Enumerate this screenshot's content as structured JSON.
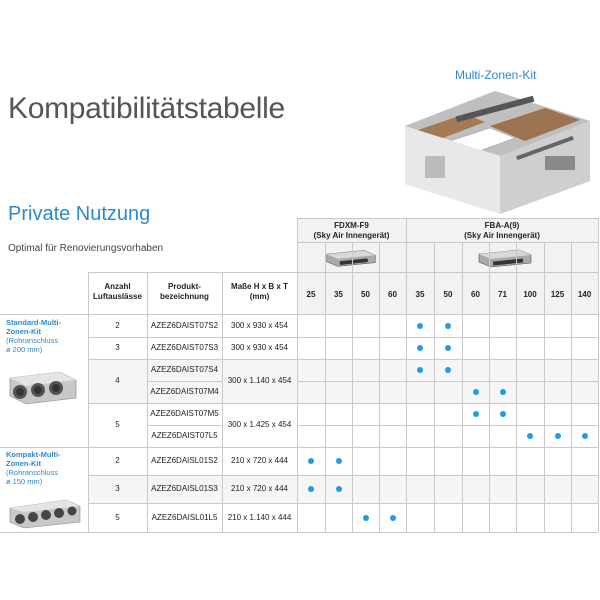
{
  "title": "Kompatibilitätstabelle",
  "kit_caption": "Multi-Zonen-Kit",
  "section": {
    "title": "Private Nutzung",
    "subtitle": "Optimal für Renovierungsvorhaben"
  },
  "header": {
    "anzahl": [
      "Anzahl",
      "Luftauslässe"
    ],
    "produkt": [
      "Produkt-",
      "bezeichnung"
    ],
    "masse": [
      "Maße H x B x T",
      "(mm)"
    ],
    "unit_a": [
      "FDXM-F9",
      "(Sky Air Innengerät)"
    ],
    "unit_b": [
      "FBA-A(9)",
      "(Sky Air Innengerät)"
    ],
    "sizes": [
      "25",
      "35",
      "50",
      "60",
      "35",
      "50",
      "60",
      "71",
      "100",
      "125",
      "140"
    ]
  },
  "kits": [
    {
      "lines": [
        "Standard-Multi-",
        "Zonen-Kit",
        "(Rohranschluss",
        "ø 200 mm)"
      ]
    },
    {
      "lines": [
        "Kompakt-Multi-",
        "Zonen-Kit",
        "(Rohranschluss",
        "ø 150 mm)"
      ]
    }
  ],
  "groups": [
    {
      "count": "2",
      "dims": "300 x 930 x 454"
    },
    {
      "count": "3",
      "dims": "300 x 930 x 454"
    },
    {
      "count": "4",
      "dims": "300 x 1.140 x 454"
    },
    {
      "count": "5",
      "dims": "300 x 1.425 x 454"
    },
    {
      "count": "2",
      "dims": "210 x 720 x 444"
    },
    {
      "count": "3",
      "dims": "210 x 720 x 444"
    },
    {
      "count": "5",
      "dims": "210 x 1.140 x 444"
    }
  ],
  "rows": [
    {
      "product": "AZEZ6DAIST07S2",
      "dots": [
        0,
        0,
        0,
        0,
        1,
        1,
        0,
        0,
        0,
        0,
        0
      ]
    },
    {
      "product": "AZEZ6DAIST07S3",
      "dots": [
        0,
        0,
        0,
        0,
        1,
        1,
        0,
        0,
        0,
        0,
        0
      ]
    },
    {
      "product": "AZEZ6DAIST07S4",
      "dots": [
        0,
        0,
        0,
        0,
        1,
        1,
        0,
        0,
        0,
        0,
        0
      ]
    },
    {
      "product": "AZEZ6DAIST07M4",
      "dots": [
        0,
        0,
        0,
        0,
        0,
        0,
        1,
        1,
        0,
        0,
        0
      ]
    },
    {
      "product": "AZEZ6DAIST07M5",
      "dots": [
        0,
        0,
        0,
        0,
        0,
        0,
        1,
        1,
        0,
        0,
        0
      ]
    },
    {
      "product": "AZEZ6DAIST07L5",
      "dots": [
        0,
        0,
        0,
        0,
        0,
        0,
        0,
        0,
        1,
        1,
        1
      ]
    },
    {
      "product": "AZEZ6DAISL01S2",
      "dots": [
        1,
        1,
        0,
        0,
        0,
        0,
        0,
        0,
        0,
        0,
        0
      ]
    },
    {
      "product": "AZEZ6DAISL01S3",
      "dots": [
        1,
        1,
        0,
        0,
        0,
        0,
        0,
        0,
        0,
        0,
        0
      ]
    },
    {
      "product": "AZEZ6DAISL01L5",
      "dots": [
        0,
        0,
        1,
        1,
        0,
        0,
        0,
        0,
        0,
        0,
        0
      ]
    }
  ],
  "colors": {
    "accent": "#2a8ad0",
    "dot": "#1e9ee0",
    "grid": "#c9c9c9"
  }
}
